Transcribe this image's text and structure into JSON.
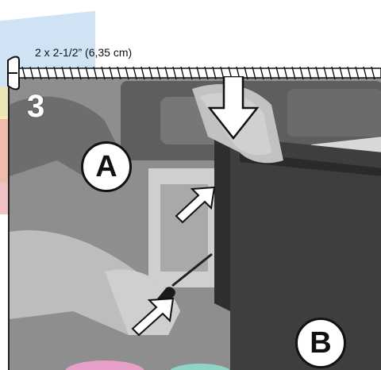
{
  "instruction": {
    "screw_spec": "2 x 2-1/2” (6,35 cm)",
    "step_number": "3",
    "callout_a": "A",
    "callout_b": "B"
  },
  "icons": [
    "screw-icon",
    "down-arrow-icon",
    "pointer-arrow-icon"
  ],
  "colors": {
    "background": "#ffffff",
    "photo_gray": "#8c8c8c",
    "label_circle": "#ffffff",
    "outline": "#111111",
    "step_text": "#ffffff"
  }
}
